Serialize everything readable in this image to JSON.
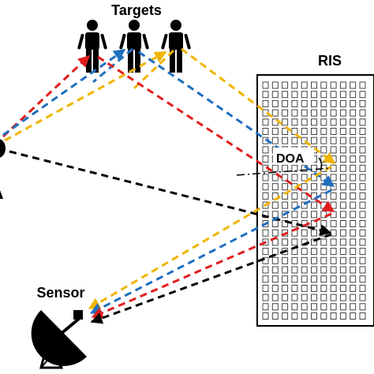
{
  "labels": {
    "targets": "Targets",
    "ris": "RIS",
    "sensor": "Sensor",
    "doa": "DOA"
  },
  "colors": {
    "red": "#e01e1e",
    "blue": "#1f6fc0",
    "yellow": "#f0b400",
    "black": "#000000",
    "ris_cell": "#444444"
  },
  "ris_grid": {
    "rows": 26,
    "cols": 11
  },
  "icons": [
    "person-icon",
    "person-icon",
    "person-icon",
    "transmitter-icon",
    "satellite-dish-icon"
  ]
}
